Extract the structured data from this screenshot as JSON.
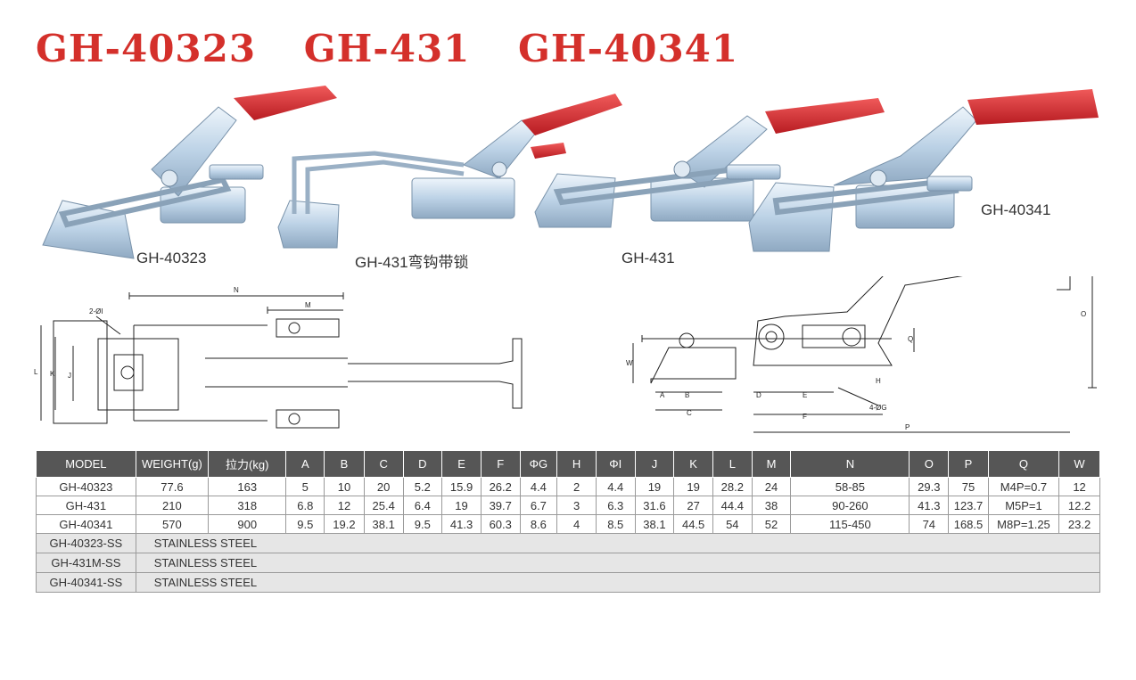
{
  "title": {
    "models": [
      "GH-40323",
      "GH-431",
      "GH-40341"
    ]
  },
  "photo_captions": {
    "p1": "GH-40323",
    "p2": "GH-431弯钩带锁",
    "p3": "GH-431",
    "p4": "GH-40341"
  },
  "drawing_labels": {
    "left": {
      "n": "N",
      "m": "M",
      "holes": "2-ØI",
      "l": "L",
      "k": "K",
      "j": "J"
    },
    "right": {
      "o": "O",
      "q": "Q",
      "w": "W",
      "a": "A",
      "b": "B",
      "c": "C",
      "d": "D",
      "e": "E",
      "f": "F",
      "h": "H",
      "g": "4-ØG",
      "p": "P"
    }
  },
  "colors": {
    "title_red": "#d4302b",
    "header_gray": "#565656",
    "handle_red": "#d8262c",
    "steel": "#c9dcec"
  },
  "table": {
    "headers": [
      "MODEL",
      "WEIGHT(g)",
      "拉力(kg)",
      "A",
      "B",
      "C",
      "D",
      "E",
      "F",
      "ΦG",
      "H",
      "ΦI",
      "J",
      "K",
      "L",
      "M",
      "N",
      "O",
      "P",
      "Q",
      "W"
    ],
    "rows": [
      [
        "GH-40323",
        "77.6",
        "163",
        "5",
        "10",
        "20",
        "5.2",
        "15.9",
        "26.2",
        "4.4",
        "2",
        "4.4",
        "19",
        "19",
        "28.2",
        "24",
        "58-85",
        "29.3",
        "75",
        "M4P=0.7",
        "12"
      ],
      [
        "GH-431",
        "210",
        "318",
        "6.8",
        "12",
        "25.4",
        "6.4",
        "19",
        "39.7",
        "6.7",
        "3",
        "6.3",
        "31.6",
        "27",
        "44.4",
        "38",
        "90-260",
        "41.3",
        "123.7",
        "M5P=1",
        "12.2"
      ],
      [
        "GH-40341",
        "570",
        "900",
        "9.5",
        "19.2",
        "38.1",
        "9.5",
        "41.3",
        "60.3",
        "8.6",
        "4",
        "8.5",
        "38.1",
        "44.5",
        "54",
        "52",
        "115-450",
        "74",
        "168.5",
        "M8P=1.25",
        "23.2"
      ]
    ],
    "stainless": [
      {
        "model": "GH-40323-SS",
        "note": "STAINLESS STEEL"
      },
      {
        "model": "GH-431M-SS",
        "note": "STAINLESS STEEL"
      },
      {
        "model": "GH-40341-SS",
        "note": "STAINLESS STEEL"
      }
    ]
  }
}
